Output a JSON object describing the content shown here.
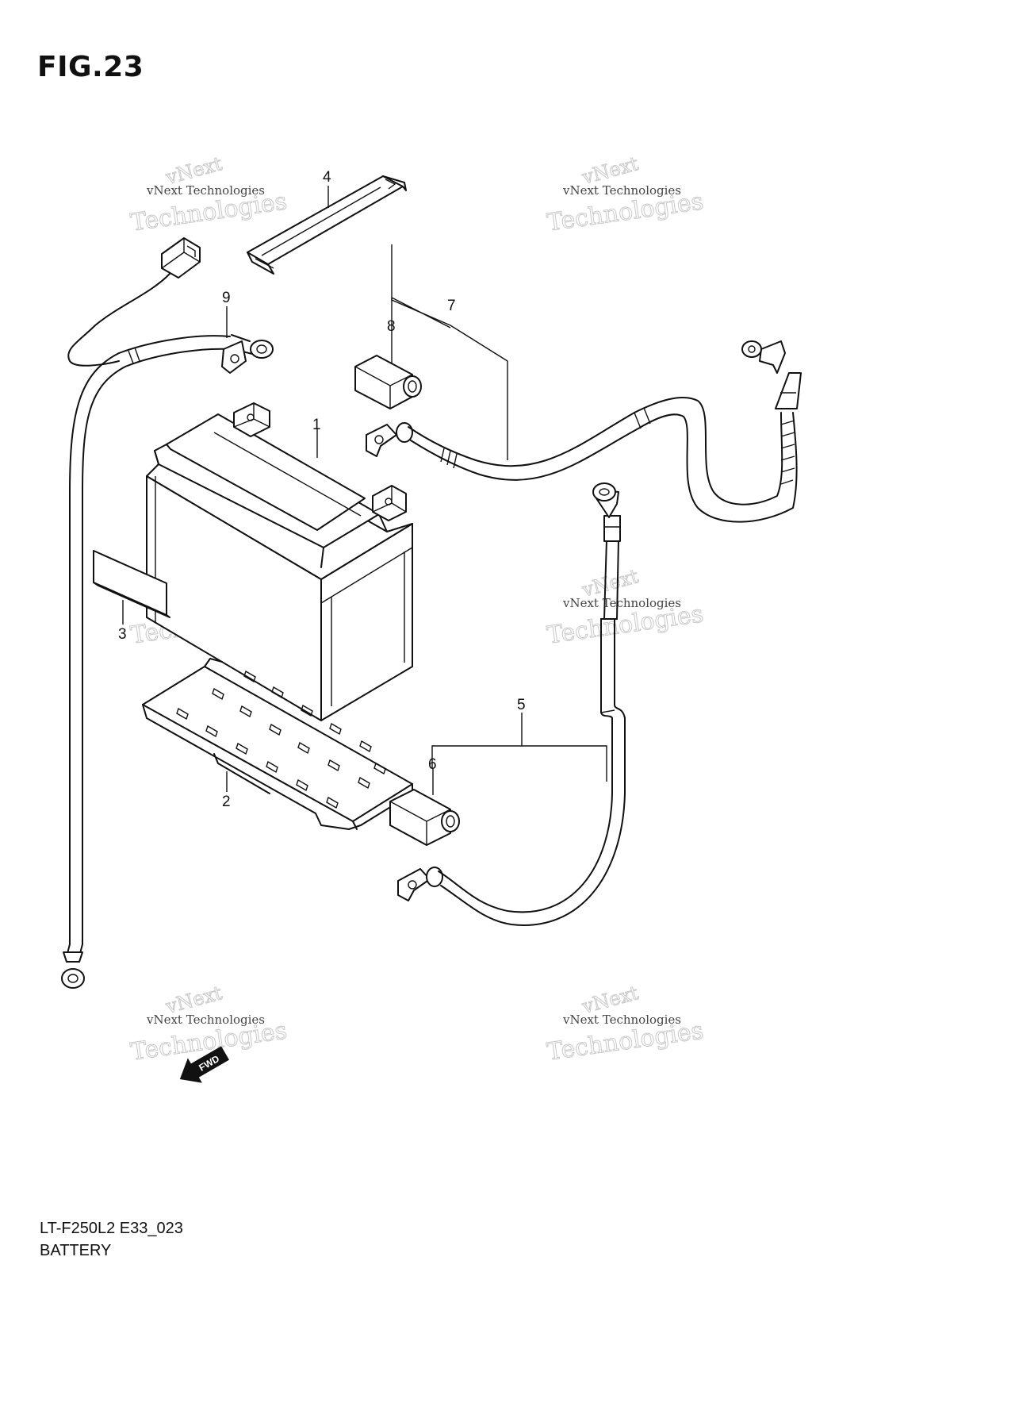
{
  "figure": {
    "title": "FIG.23",
    "model_code": "LT-F250L2 E33_023",
    "diagram_name": "BATTERY"
  },
  "watermark": {
    "line1": "vNext",
    "line2": "vNext Technologies",
    "line3": "Technologies"
  },
  "callouts": [
    {
      "id": "c1",
      "label": "1"
    },
    {
      "id": "c2",
      "label": "2"
    },
    {
      "id": "c3",
      "label": "3"
    },
    {
      "id": "c4",
      "label": "4"
    },
    {
      "id": "c5",
      "label": "5"
    },
    {
      "id": "c6",
      "label": "6"
    },
    {
      "id": "c7",
      "label": "7"
    },
    {
      "id": "c8",
      "label": "8"
    },
    {
      "id": "c9",
      "label": "9"
    }
  ],
  "fwd_marker": {
    "label": "FWD"
  }
}
